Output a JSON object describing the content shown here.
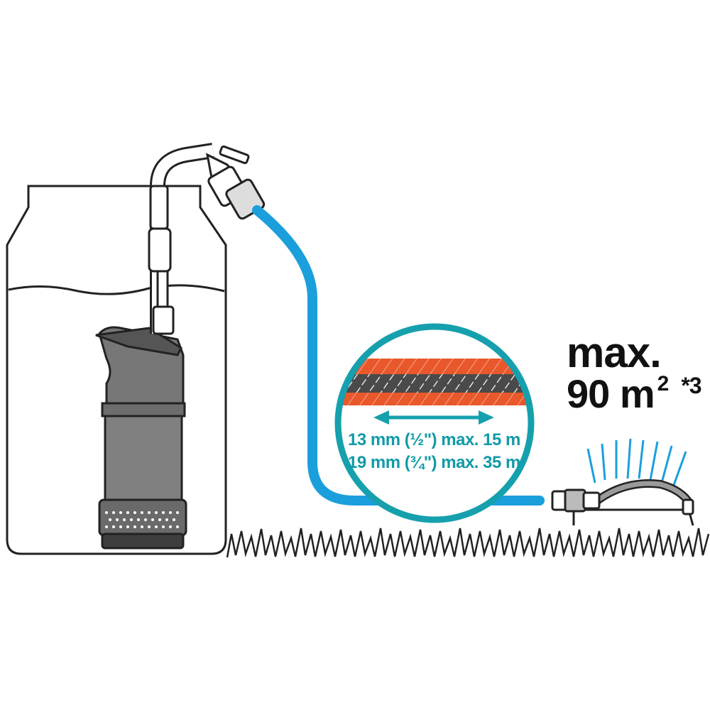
{
  "coverage": {
    "max_label": "max.",
    "area_value": "90 m",
    "area_exponent": "2",
    "note_marker": "*3"
  },
  "hose_specs": [
    {
      "text": "13 mm (½\") max. 15 m"
    },
    {
      "text": "19 mm (¾\") max. 35 m"
    }
  ],
  "colors": {
    "hose_blue": "#1a9fdc",
    "circle_teal": "#16a0ad",
    "hose_orange": "#e8582b",
    "hose_dark": "#4a4a4a",
    "outline": "#222222"
  }
}
